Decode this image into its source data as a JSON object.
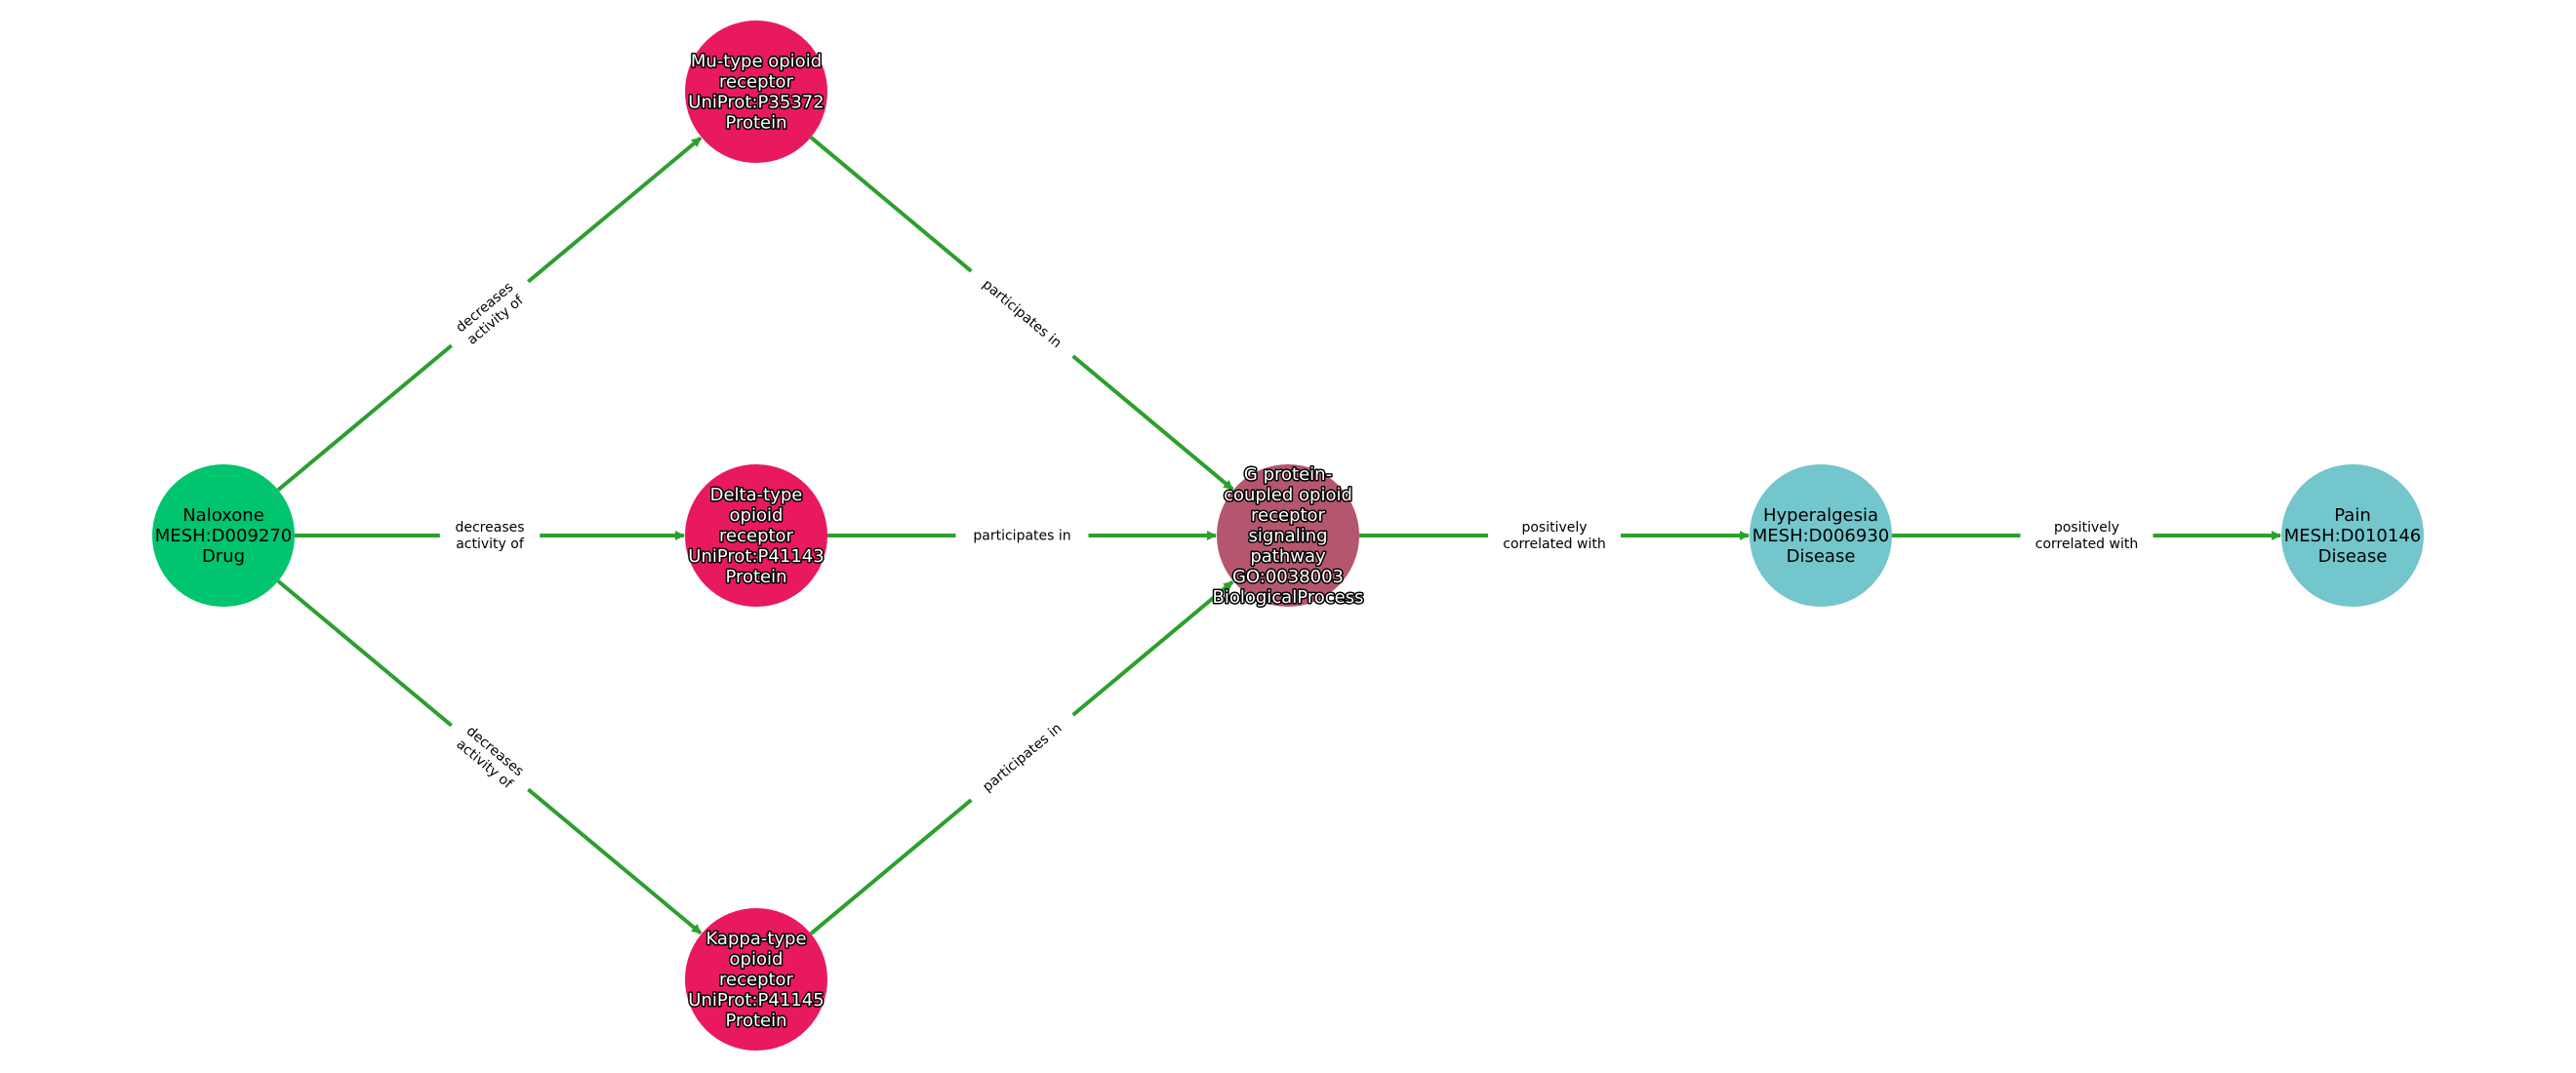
{
  "colors": {
    "edge": "#2ca02c",
    "Drug": "#00c46e",
    "Protein": "#e8195f",
    "BiologicalProcess": "#b5566e",
    "Disease": "#72c6cc"
  },
  "nodes": [
    {
      "id": "naloxone",
      "type": "Drug",
      "lines": [
        "Naloxone",
        "MESH:D009270",
        "Drug"
      ]
    },
    {
      "id": "mu",
      "type": "Protein",
      "lines": [
        "Mu-type opioid",
        "receptor",
        "UniProt:P35372",
        "Protein"
      ]
    },
    {
      "id": "delta",
      "type": "Protein",
      "lines": [
        "Delta-type",
        "opioid",
        "receptor",
        "UniProt:P41143",
        "Protein"
      ]
    },
    {
      "id": "kappa",
      "type": "Protein",
      "lines": [
        "Kappa-type",
        "opioid",
        "receptor",
        "UniProt:P41145",
        "Protein"
      ]
    },
    {
      "id": "gpcr",
      "type": "BiologicalProcess",
      "lines": [
        "G protein-",
        "coupled opioid",
        "receptor",
        "signaling",
        "pathway",
        "GO:0038003",
        "BiologicalProcess"
      ]
    },
    {
      "id": "hyperalgesia",
      "type": "Disease",
      "lines": [
        "Hyperalgesia",
        "MESH:D006930",
        "Disease"
      ]
    },
    {
      "id": "pain",
      "type": "Disease",
      "lines": [
        "Pain",
        "MESH:D010146",
        "Disease"
      ]
    }
  ],
  "edges": [
    {
      "source": "naloxone",
      "target": "mu",
      "lines": [
        "decreases",
        "activity of"
      ]
    },
    {
      "source": "naloxone",
      "target": "delta",
      "lines": [
        "decreases",
        "activity of"
      ]
    },
    {
      "source": "naloxone",
      "target": "kappa",
      "lines": [
        "decreases",
        "activity of"
      ]
    },
    {
      "source": "mu",
      "target": "gpcr",
      "lines": [
        "participates in"
      ]
    },
    {
      "source": "delta",
      "target": "gpcr",
      "lines": [
        "participates in"
      ]
    },
    {
      "source": "kappa",
      "target": "gpcr",
      "lines": [
        "participates in"
      ]
    },
    {
      "source": "gpcr",
      "target": "hyperalgesia",
      "lines": [
        "positively",
        "correlated with"
      ]
    },
    {
      "source": "hyperalgesia",
      "target": "pain",
      "lines": [
        "positively",
        "correlated with"
      ]
    }
  ]
}
